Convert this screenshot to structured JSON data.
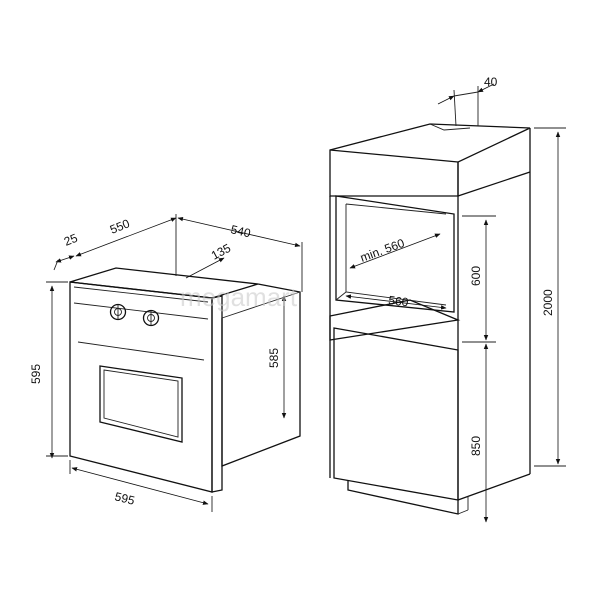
{
  "watermark": "megamart",
  "oven": {
    "dimensions": {
      "panel_depth": "25",
      "depth": "550",
      "total_width_top": "540",
      "cutout_depth": "135",
      "height": "595",
      "body_height": "585",
      "width": "595"
    }
  },
  "cabinet": {
    "dimensions": {
      "top_offset": "40",
      "min_depth": "min. 560",
      "niche_width": "560",
      "niche_height": "600",
      "base_height": "850",
      "total_height": "2000"
    }
  },
  "colors": {
    "line": "#111111",
    "watermark": "#c8c8c8",
    "background": "#ffffff"
  }
}
